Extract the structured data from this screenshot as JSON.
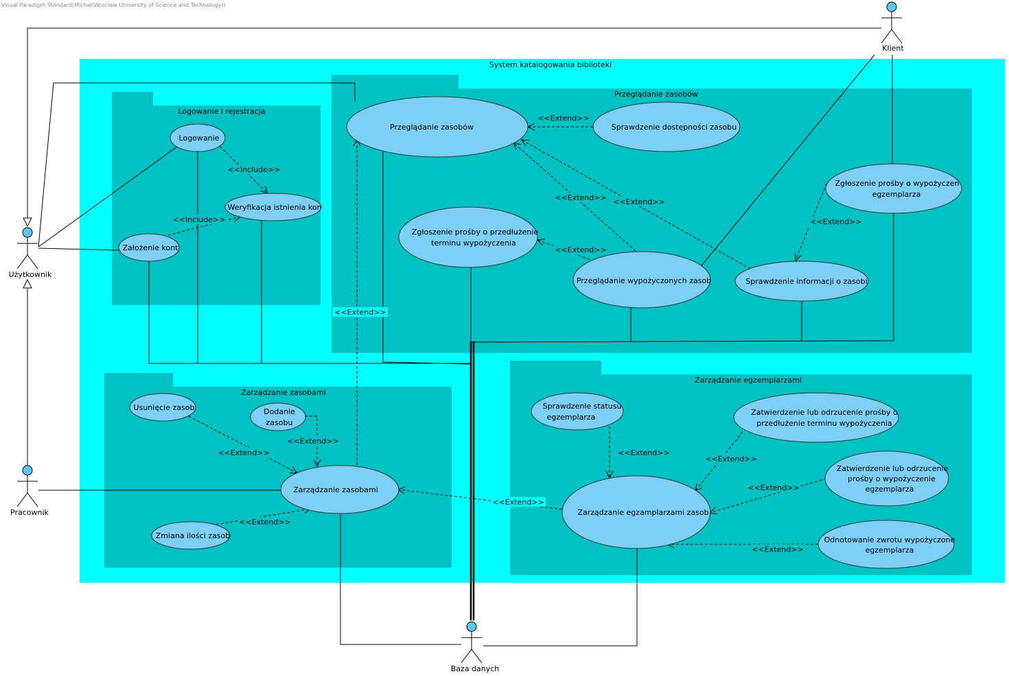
{
  "watermark": "Visual Paradigm Standard(Michał(Wrocław University of Science and Technology))",
  "colors": {
    "system": "#00ffff",
    "package": "#00c2c2",
    "usecase": "#7ecff5",
    "actor_head": "#5bc8f5"
  },
  "system": {
    "title": "System katalogowania biblioteki"
  },
  "packages": {
    "login": "Logowanie i rejestracja",
    "browse": "Przeglądanie zasobów",
    "resources": "Zarządzanie zasobami",
    "copies": "Zarządzanie egzemplarzami"
  },
  "actors": {
    "uzytkownik": "Użytkownik",
    "klient": "Klient",
    "pracownik": "Pracownik",
    "baza": "Baza danych"
  },
  "usecases": {
    "logowanie": "Logowanie",
    "weryfikacja": "Weryfikacja istnienia kon",
    "zalozenie": "Założenie kont",
    "przegladanie": "Przeglądanie zasobów",
    "dostepnosc": "Sprawdzenie dostępności zasobu",
    "przedluzenie_1": "Zgłoszenie prośby o przedłużenie",
    "przedluzenie_2": "terminu wypożyczenia",
    "wypozyczone": "Przeglądanie wypożyczonych zasob",
    "informacje": "Sprawdzenie informacji o zasobi",
    "wypozyczenie_1": "Zgłoszenie prośby o wypożyczen",
    "wypozyczenie_2": "egzemplarza",
    "usuniecie": "Usunięcie zasob",
    "dodanie_1": "Dodanie",
    "dodanie_2": "zasobu",
    "zarzadzanie_zasobami": "Zarządzanie zasobami",
    "zmiana": "Zmiana ilości zasob",
    "status_1": "Sprawdzenie statusu",
    "status_2": "egzemplarza",
    "zatw_przedl_1": "Zatwierdzenie lub odrzucenie prośby o",
    "zatw_przedl_2": "przedłużenie terminu wypożyczenia",
    "zatw_wyp_1": "Zatwierdzenie lub odrzucenie",
    "zatw_wyp_2": "prośby o wypożyczenie",
    "zatw_wyp_3": "egzemplarza",
    "zarzadzanie_egz": "Zarządzanie egzamplarzami zasob",
    "zwrot_1": "Odnotowanie zwrotu wypożyczone",
    "zwrot_2": "egzemplarza"
  },
  "stereotypes": {
    "include": "<<Include>>",
    "extend": "<<Extend>>"
  }
}
